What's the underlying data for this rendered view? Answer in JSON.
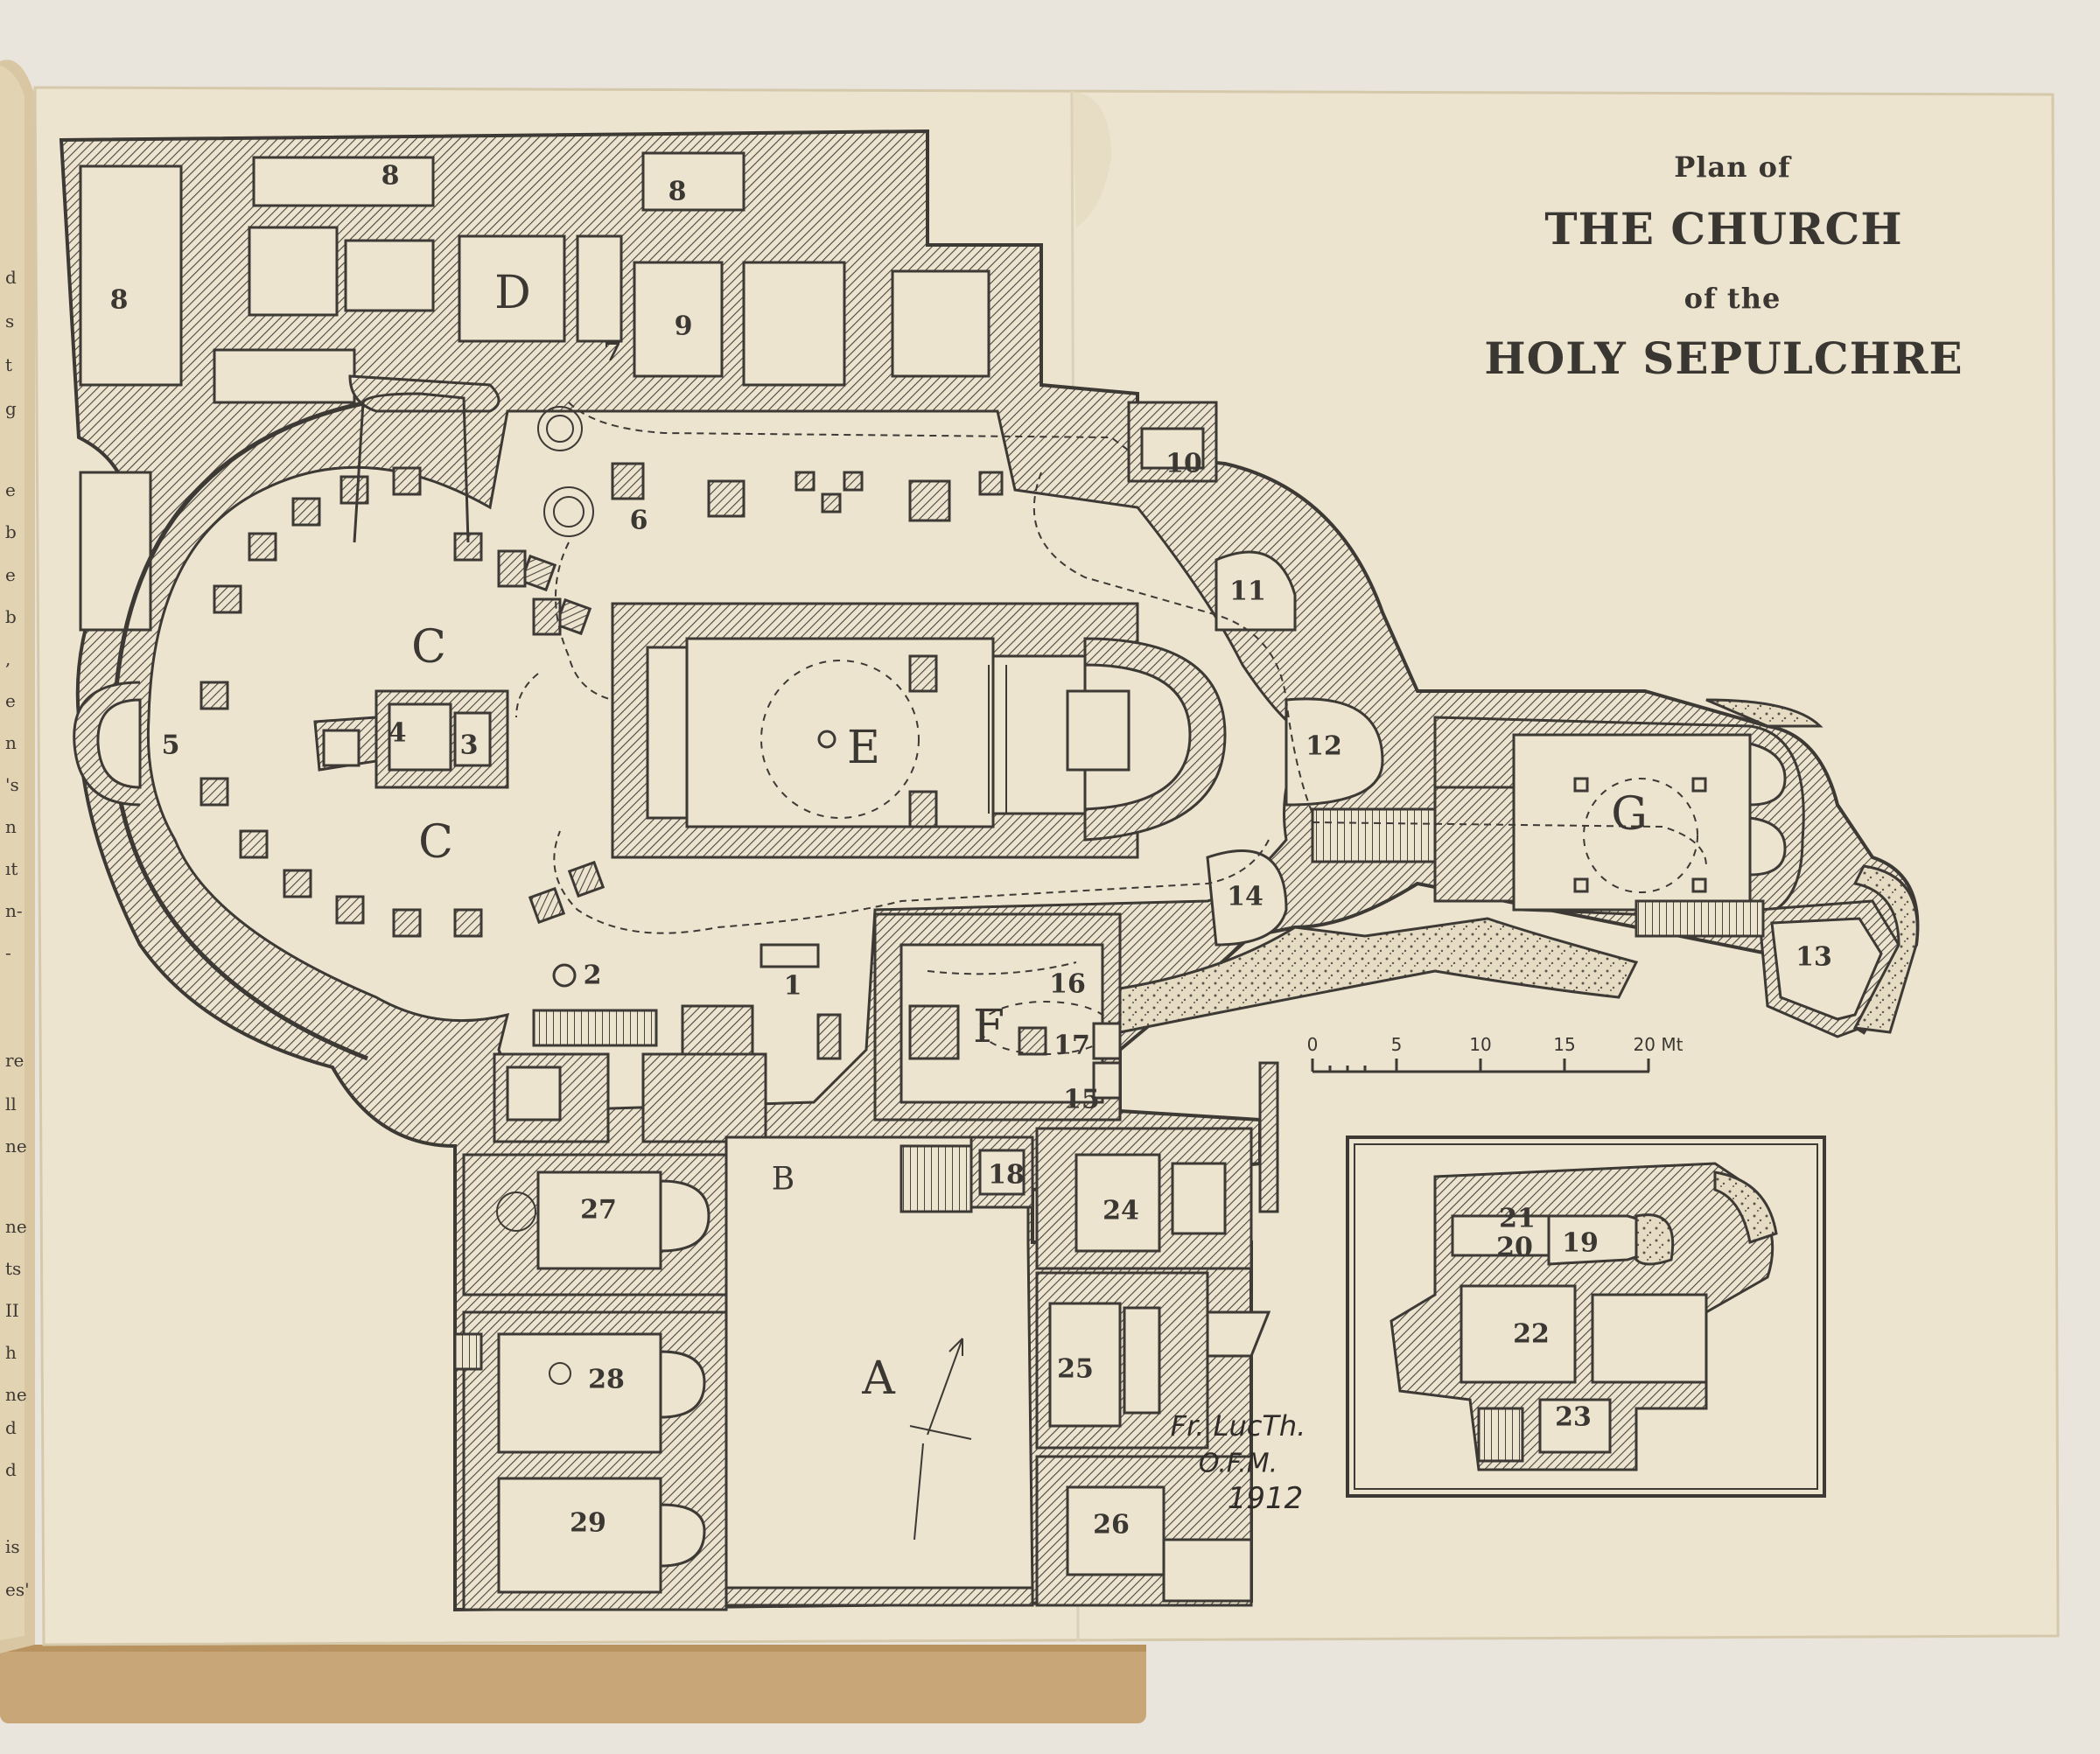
{
  "title": {
    "line1": "Plan of",
    "line2": "THE CHURCH",
    "line3": "of the",
    "line4": "HOLY SEPULCHRE"
  },
  "area_labels": {
    "A": "A",
    "B": "B",
    "C_top": "C",
    "C_bottom": "C",
    "D": "D",
    "E": "E",
    "F": "F",
    "G": "G"
  },
  "numbers": {
    "n1": "1",
    "n2": "2",
    "n3": "3",
    "n4": "4",
    "n5": "5",
    "n6": "6",
    "n7": "7",
    "n8a": "8",
    "n8b": "8",
    "n8c": "8",
    "n9": "9",
    "n10": "10",
    "n11": "11",
    "n12": "12",
    "n13": "13",
    "n14": "14",
    "n15": "15",
    "n16": "16",
    "n17": "17",
    "n18": "18",
    "n19": "19",
    "n20": "20",
    "n21": "21",
    "n22": "22",
    "n23": "23",
    "n24": "24",
    "n25": "25",
    "n26": "26",
    "n27": "27",
    "n28": "28",
    "n29": "29"
  },
  "scale": {
    "ticks": [
      "0",
      "5",
      "10",
      "15",
      "20 Mt"
    ]
  },
  "signature": {
    "line1": "Fr. LucTh.",
    "line2": "O.F.M.",
    "year": "1912"
  },
  "left_page_margin": [
    "d",
    "s",
    "t",
    "g",
    "e",
    "b",
    "e",
    "b",
    ",",
    "e",
    "n",
    "'s",
    "n",
    "ıt",
    "n-",
    "-",
    "re",
    "ll",
    "ne",
    "ne",
    "ts",
    "II",
    "h",
    "ne",
    "d",
    "d",
    "is",
    "es'"
  ],
  "colors": {
    "paper": "#ece4cf",
    "ink": "#3d3935",
    "hatch": "#4a4540",
    "cover": "#c9a677",
    "background": "#e9e5dc"
  }
}
